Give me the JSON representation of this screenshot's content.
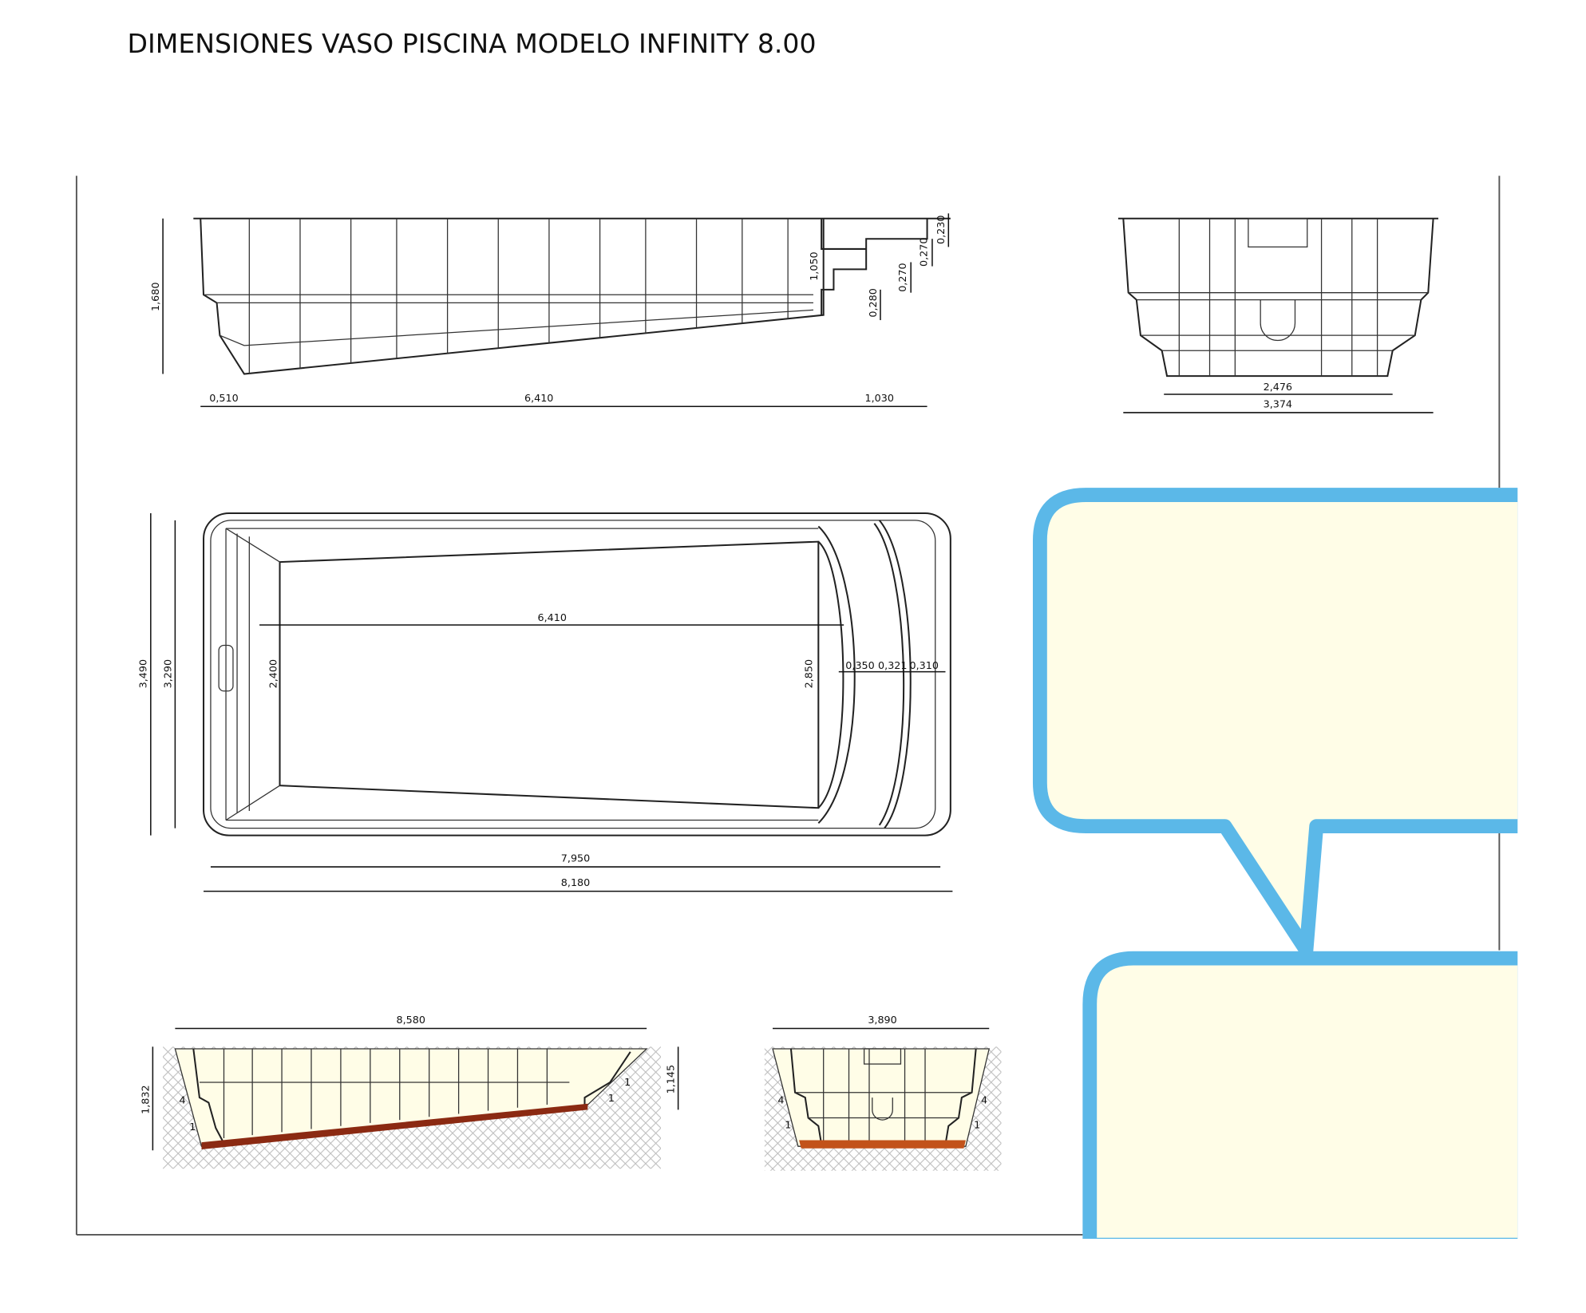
{
  "title": "DIMENSIONES VASO PISCINA MODELO INFINITY  8.00",
  "side_elevation": {
    "height_total": "1,680",
    "length_parts": [
      "0,510",
      "6,410",
      "1,030"
    ],
    "step_depth": "1,050",
    "steps": [
      "0,280",
      "0,270",
      "0,270",
      "0,230"
    ]
  },
  "end_elevation": {
    "bottom_width": "2,476",
    "top_width": "3,374"
  },
  "plan": {
    "outer_width": "3,490",
    "inner_width": "3,290",
    "shallow_width": "2,400",
    "deep_width": "2,850",
    "floor_length": "6,410",
    "steps": [
      "0,350",
      "0,321",
      "0,310"
    ],
    "inner_length": "7,950",
    "outer_length": "8,180"
  },
  "excavation_long": {
    "length": "8,580",
    "depth_left": "1,832",
    "depth_right": "1,145",
    "slope_labels": [
      "4",
      "1",
      "1",
      "1"
    ]
  },
  "excavation_cross": {
    "width": "3,890",
    "slope_labels": [
      "4",
      "1",
      "4",
      "1"
    ]
  },
  "colors": {
    "bubble_stroke": "#5bb8e8",
    "bubble_fill": "#fffde7",
    "base_slab": "#8b2a12"
  }
}
